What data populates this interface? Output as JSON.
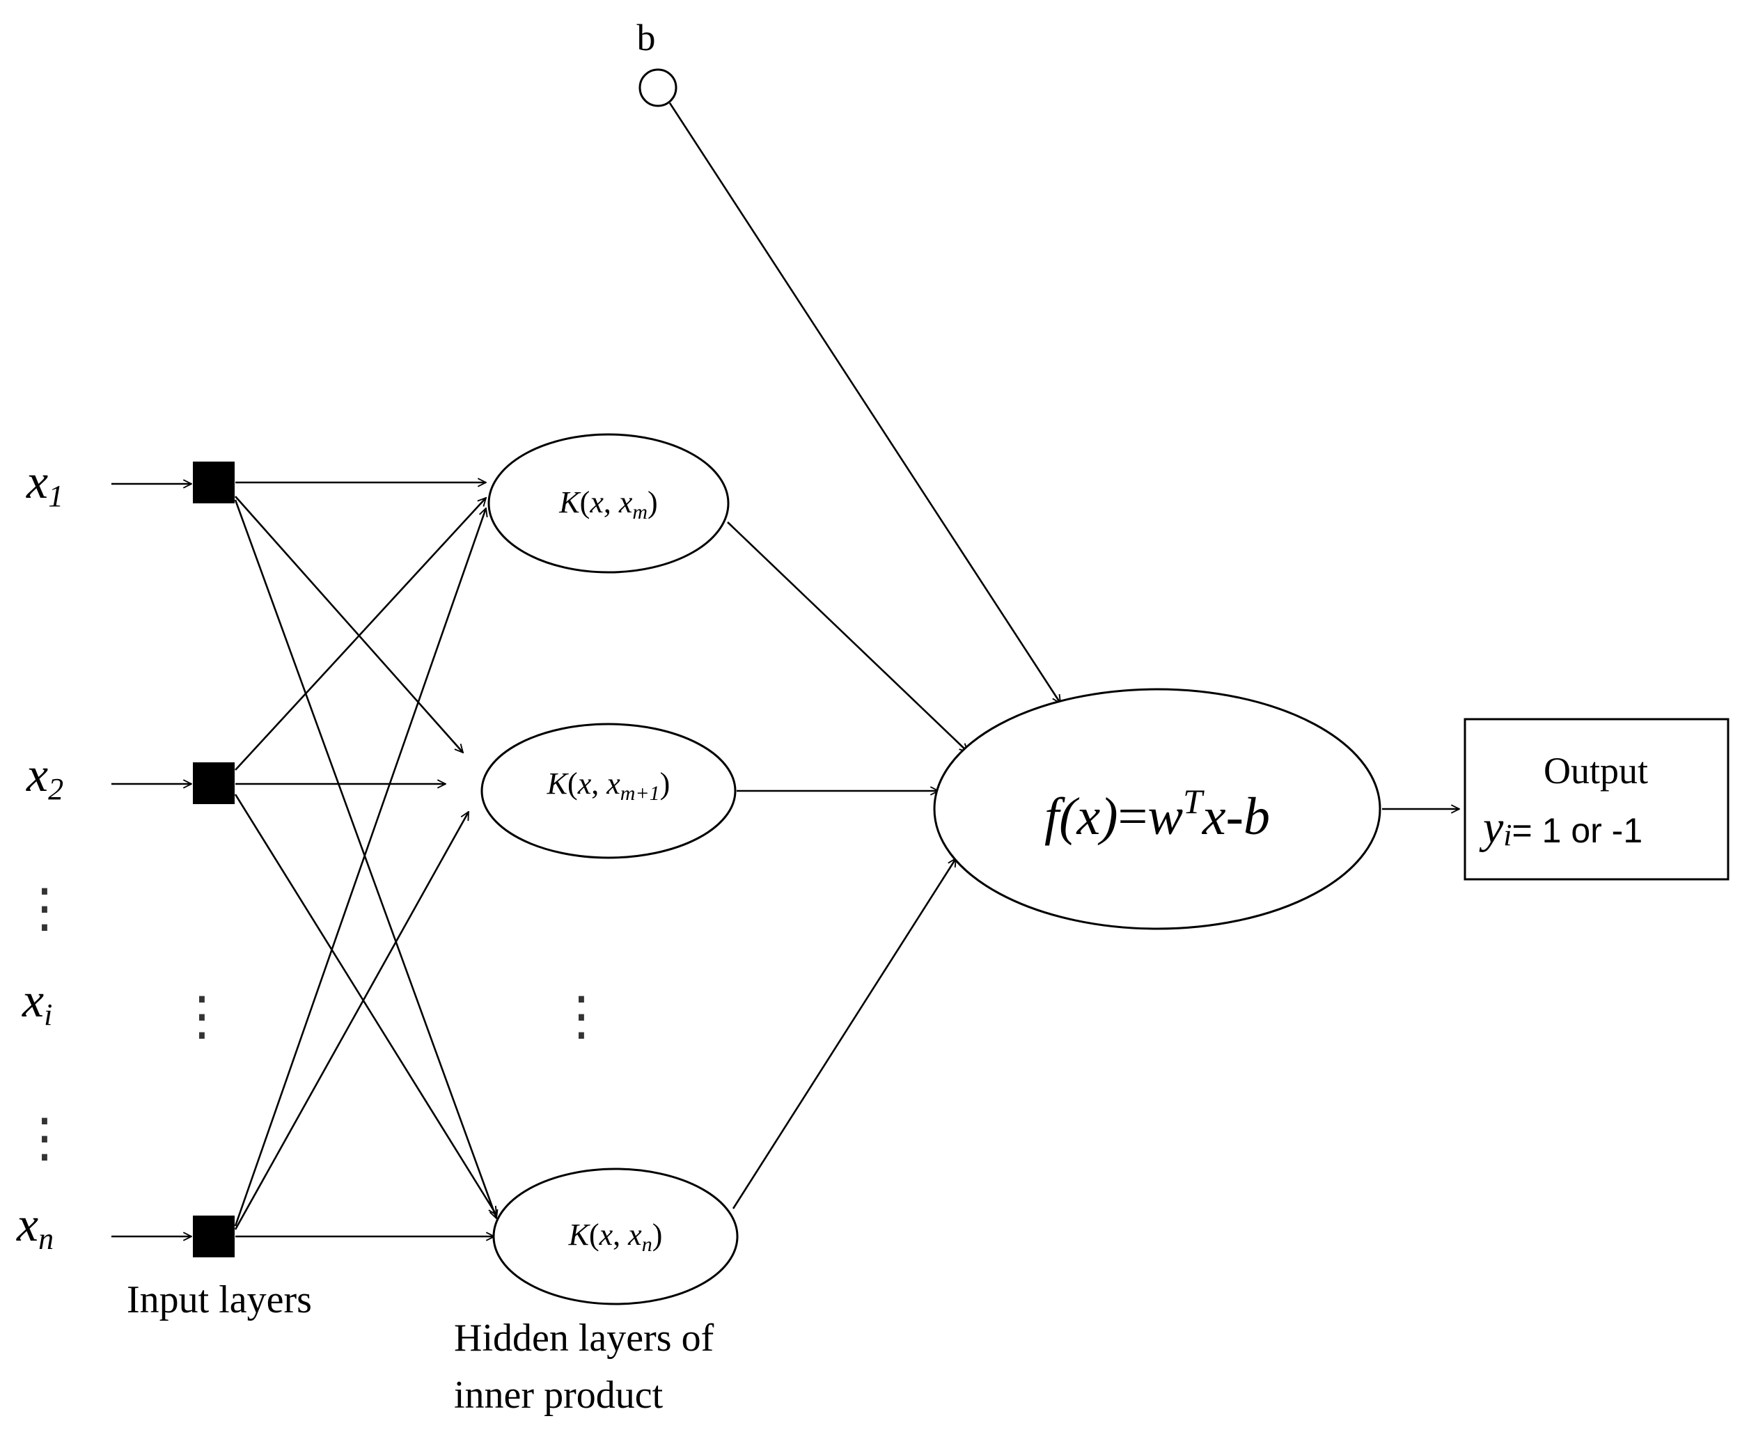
{
  "bias": {
    "label": "b"
  },
  "inputs": [
    {
      "base": "x",
      "sub": "1"
    },
    {
      "base": "x",
      "sub": "2"
    },
    {
      "base": "x",
      "sub": "i"
    },
    {
      "base": "x",
      "sub": "n"
    }
  ],
  "hidden": [
    {
      "fn": "K",
      "arg1": "x",
      "arg2_base": "x",
      "arg2_sub": "m"
    },
    {
      "fn": "K",
      "arg1": "x",
      "arg2_base": "x",
      "arg2_sub": "m+1"
    },
    {
      "fn": "K",
      "arg1": "x",
      "arg2_base": "x",
      "arg2_sub": "n"
    }
  ],
  "center": {
    "lhs": "f(x)",
    "eq": "=",
    "w": "w",
    "sup": "T",
    "rest": "x-b"
  },
  "output": {
    "title": "Output",
    "y": "y",
    "y_sub": "i",
    "value": "= 1 or -1"
  },
  "captions": {
    "input_layers": "Input layers",
    "hidden_line1": "Hidden layers of",
    "hidden_line2": "inner product"
  },
  "ellipsis": "⋮"
}
